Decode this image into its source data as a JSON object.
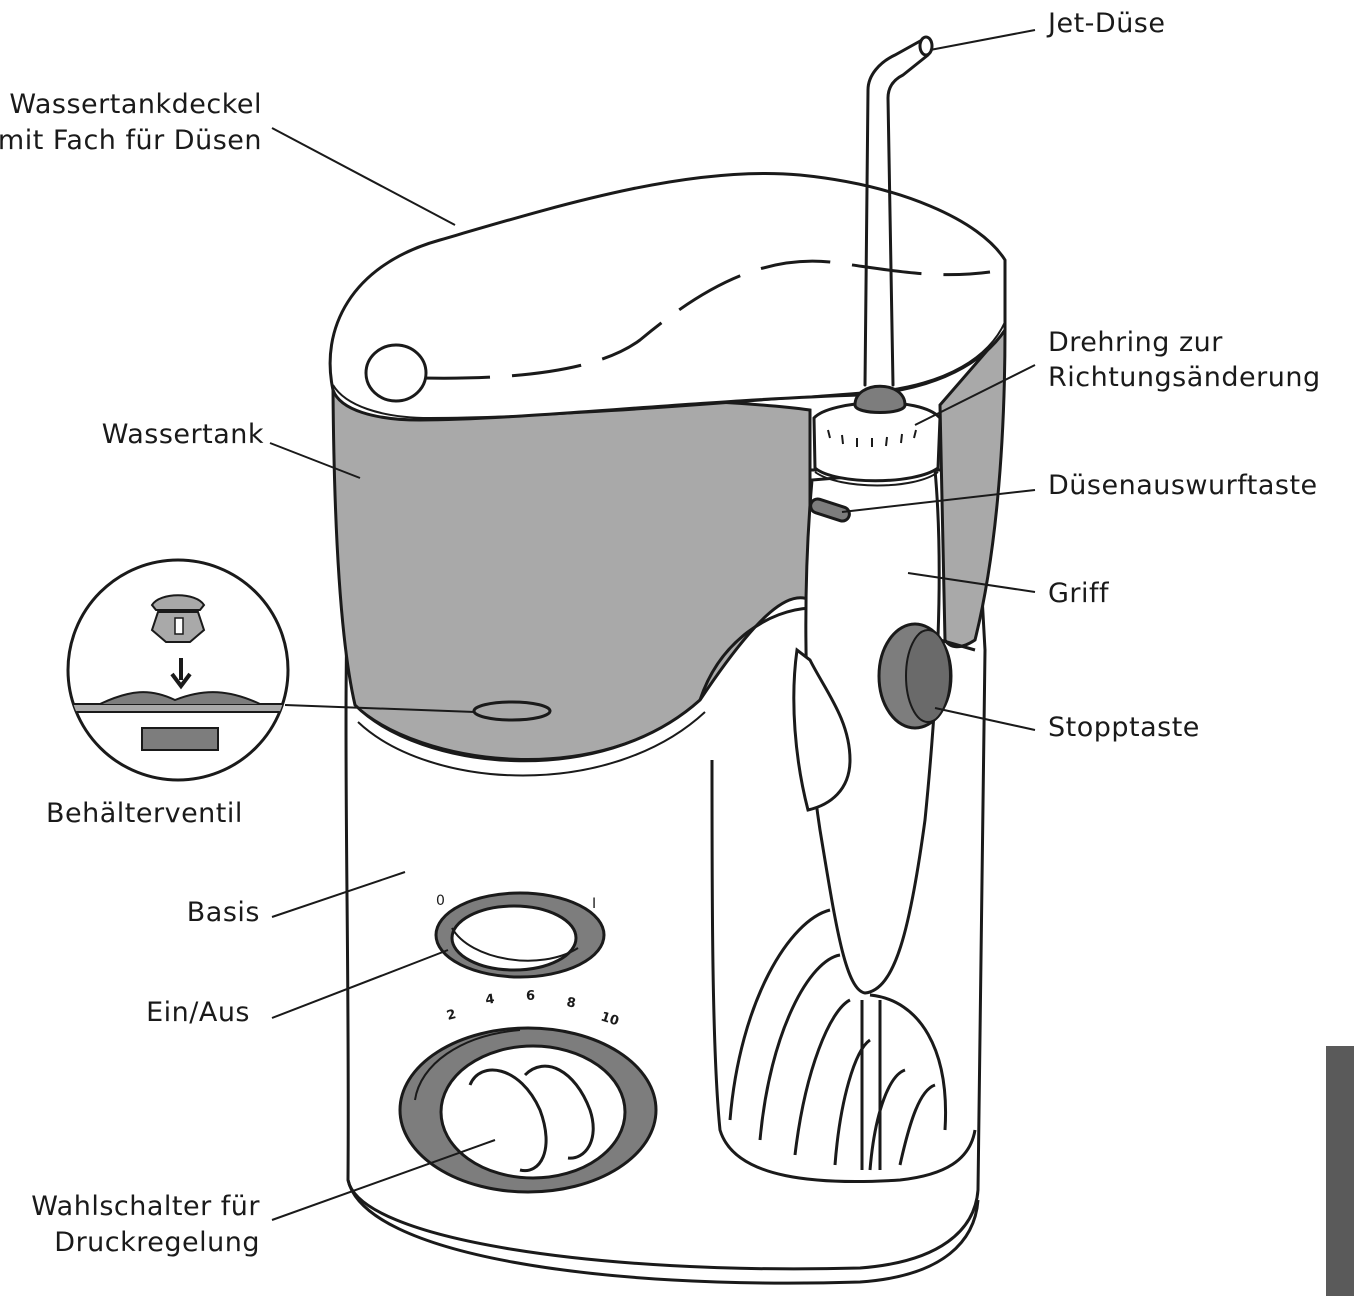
{
  "colors": {
    "line": "#1a1a1a",
    "tank_fill": "#a9a9a9",
    "dark_part": "#7d7d7d",
    "body_fill": "#ffffff",
    "side_tab": "#5a5a5a"
  },
  "labels": {
    "jet_nozzle": "Jet-Düse",
    "tank_lid_line1": "Wassertankdeckel",
    "tank_lid_line2": "mit Fach für Düsen",
    "rotation_ring_line1": "Drehring zur",
    "rotation_ring_line2": "Richtungsänderung",
    "water_tank": "Wassertank",
    "nozzle_eject": "Düsenauswurftaste",
    "handle": "Griff",
    "stop_button": "Stopptaste",
    "reservoir_valve": "Behälterventil",
    "base": "Basis",
    "power_switch": "Ein/Aus",
    "pressure_dial_line1": "Wahlschalter für",
    "pressure_dial_line2": "Druckregelung"
  },
  "switch_marks": {
    "off": "0",
    "on": "I"
  },
  "pressure_scale": [
    "2",
    "4",
    "6",
    "8",
    "10"
  ],
  "icons": {
    "valve_arrow": "arrow-down-icon",
    "valve_part": "valve-icon"
  }
}
